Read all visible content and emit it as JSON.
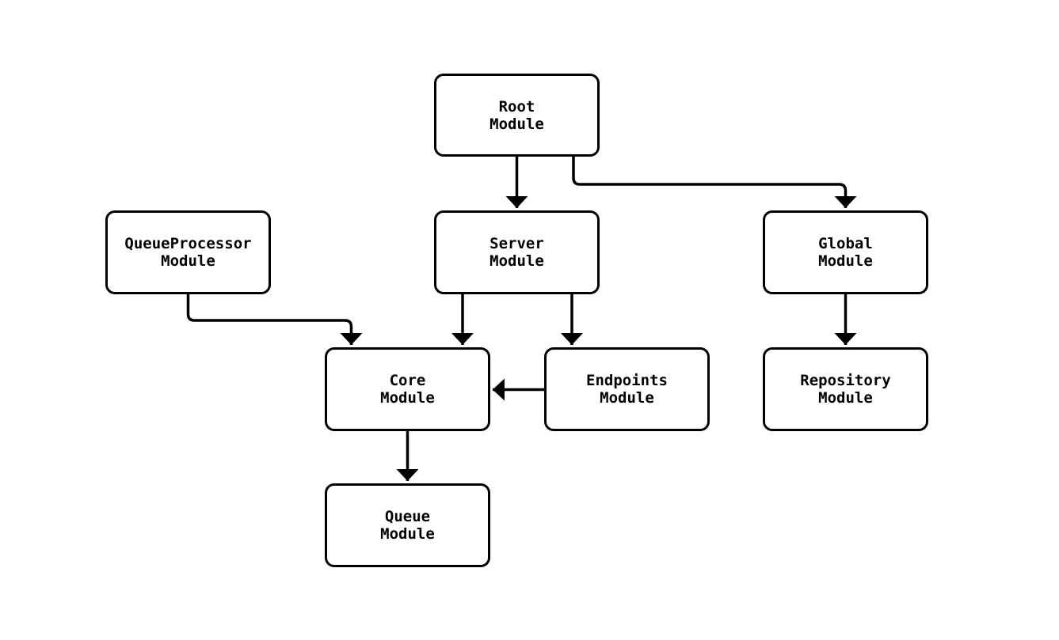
{
  "diagram": {
    "type": "module-dependency-flowchart",
    "background_color": "#ffffff",
    "node_fill_color": "#ffffff",
    "node_border_color": "#000000",
    "edge_color": "#000000",
    "text_color": "#000000",
    "nodes": {
      "root": {
        "label": "Root\nModule"
      },
      "queueprocessor": {
        "label": "QueueProcessor\nModule"
      },
      "server": {
        "label": "Server\nModule"
      },
      "global": {
        "label": "Global\nModule"
      },
      "core": {
        "label": "Core\nModule"
      },
      "endpoints": {
        "label": "Endpoints\nModule"
      },
      "repository": {
        "label": "Repository\nModule"
      },
      "queue": {
        "label": "Queue\nModule"
      }
    },
    "edges": [
      {
        "from": "Root Module",
        "to": "Server Module"
      },
      {
        "from": "Root Module",
        "to": "Global Module"
      },
      {
        "from": "QueueProcessor Module",
        "to": "Core Module"
      },
      {
        "from": "Server Module",
        "to": "Core Module"
      },
      {
        "from": "Server Module",
        "to": "Endpoints Module"
      },
      {
        "from": "Endpoints Module",
        "to": "Core Module"
      },
      {
        "from": "Global Module",
        "to": "Repository Module"
      },
      {
        "from": "Core Module",
        "to": "Queue Module"
      }
    ]
  }
}
